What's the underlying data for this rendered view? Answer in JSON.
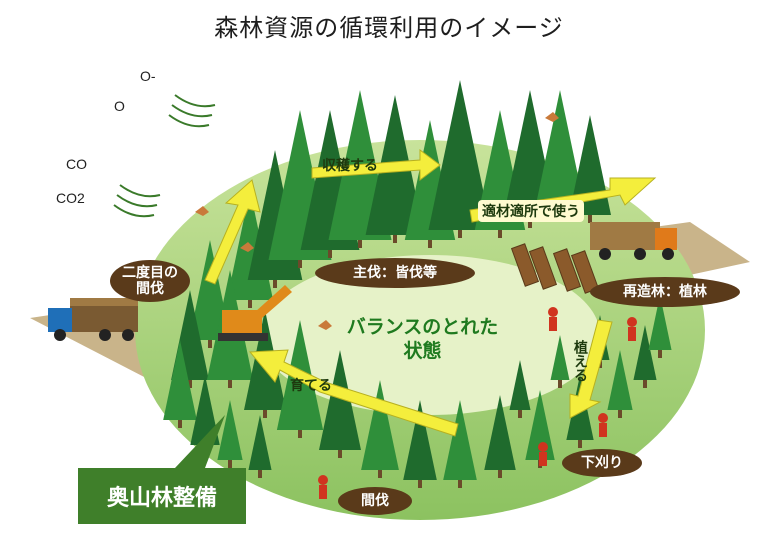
{
  "title": "森林資源の循環利用のイメージ",
  "labels": {
    "harvest": "収穫する",
    "proper_use": "適材適所で使う",
    "main_cut": "主伐：皆伐等",
    "reforest": "再造林：植林",
    "plant": "植える",
    "weeding": "下刈り",
    "thinning": "間伐",
    "grow": "育てる",
    "second_thinning_1": "二度目の",
    "second_thinning_2": "間伐",
    "center_1": "バランスのとれた",
    "center_2": "状態",
    "callout": "奥山林整備"
  },
  "co2": {
    "o2_a": "O-",
    "o2_b": "O",
    "co": "CO",
    "co2": "CO2"
  },
  "colors": {
    "brown_bubble": "#5a3a1a",
    "arrow_yellow": "#f4ee3c",
    "callout_green": "#3f7f2a",
    "center_text": "#1f7a1f",
    "tree_dark": "#1f6b2d",
    "tree_mid": "#2f8f3a",
    "ground": "#a8d27a"
  },
  "icons": {
    "truck_left": "log-truck-icon",
    "truck_right": "log-truck-icon",
    "excavator": "excavator-icon",
    "birds": "bird-icon",
    "workers": "worker-icon"
  }
}
